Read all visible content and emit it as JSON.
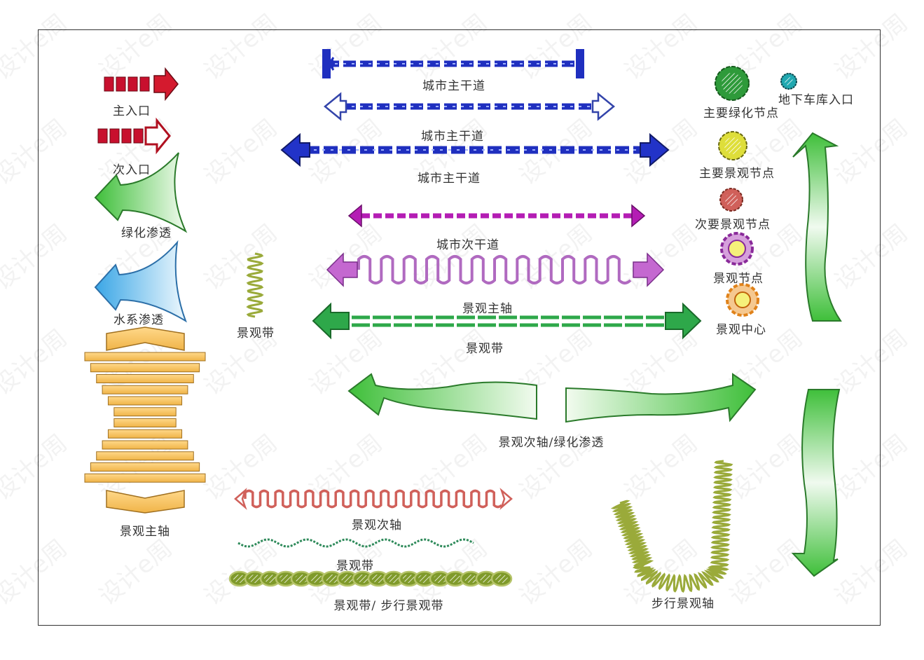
{
  "colors": {
    "red": "#c8102e",
    "blue": "#1f2fbf",
    "magenta": "#b41db4",
    "violet": "#c468d0",
    "green": "#2ea84a",
    "light_green": "#7fd46a",
    "sky": "#5fb6ea",
    "gold": "#f4c060",
    "olive": "#9aaa3a",
    "salmon": "#d0605a"
  },
  "watermark": "设计e周",
  "labels": {
    "main_entrance": "主入口",
    "sub_entrance": "次入口",
    "green_permeation": "绿化渗透",
    "water_permeation": "水系渗透",
    "landscape_main_axis_left": "景观主轴",
    "landscape_belt_small": "景观带",
    "city_trunk_1": "城市主干道",
    "city_trunk_2": "城市主干道",
    "city_trunk_3": "城市主干道",
    "city_secondary": "城市次干道",
    "landscape_main_axis": "景观主轴",
    "landscape_belt_mid": "景观带",
    "secondary_axis_green": "景观次轴/绿化渗透",
    "landscape_secondary_axis": "景观次轴",
    "landscape_belt_bottom": "景观带",
    "belt_walk": "景观带/ 步行景观带",
    "walk_axis": "步行景观轴",
    "main_green_node": "主要绿化节点",
    "underground_garage": "地下车库入口",
    "main_landscape_node": "主要景观节点",
    "secondary_landscape_node": "次要景观节点",
    "landscape_node": "景观节点",
    "landscape_center": "景观中心"
  }
}
